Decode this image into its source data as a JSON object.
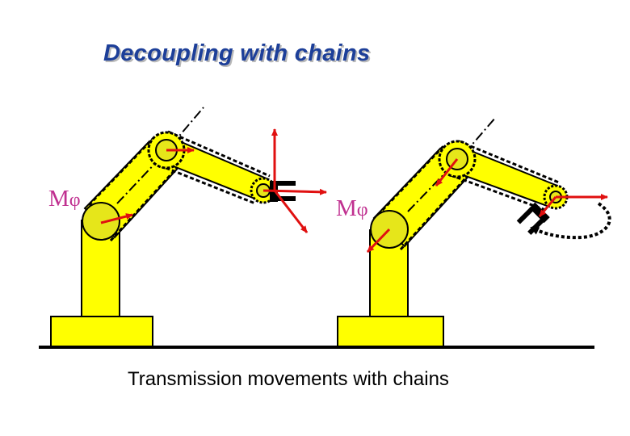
{
  "title": "Decoupling with chains",
  "caption": "Transmission movements with chains",
  "motor_left": {
    "letter": "M",
    "subscript": "φ"
  },
  "motor_right": {
    "letter": "M",
    "subscript": "φ"
  },
  "colors": {
    "arm_fill": "#ffff00",
    "arm_outline": "#000000",
    "joint_fill": "#e6e61a",
    "arrow": "#e01010",
    "title": "#1d3f99",
    "motor_label": "#c03090"
  }
}
